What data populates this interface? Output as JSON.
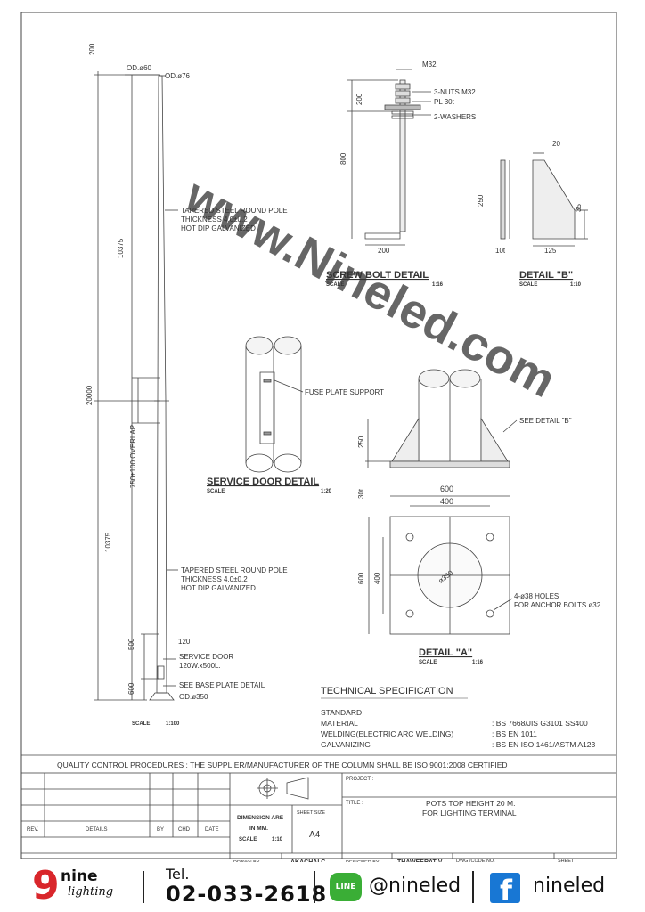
{
  "pole": {
    "top_dims": [
      "OD.ø60",
      "OD.ø76"
    ],
    "dims": [
      "200",
      "10375",
      "20000",
      "750±100 OVERLAP",
      "10375",
      "500",
      "600",
      "120"
    ],
    "note_upper": [
      "TAPERED STEEL ROUND POLE",
      "THICKNESS 4.0±0.2",
      "HOT DIP GALVANIZED"
    ],
    "note_lower": [
      "TAPERED STEEL ROUND POLE",
      "THICKNESS 4.0±0.2",
      "HOT DIP GALVANIZED"
    ],
    "service_door": [
      "SERVICE DOOR",
      "120W.x500L."
    ],
    "base_plate_note": "SEE BASE PLATE DETAIL",
    "base_od": "OD.ø350",
    "scale_label": "SCALE",
    "scale_value": "1:100"
  },
  "screw_bolt": {
    "title": "SCREW BOLT DETAIL",
    "scale_label": "SCALE",
    "scale_value": "1:16",
    "labels": [
      "M32",
      "3-NUTS M32",
      "PL 30t",
      "2-WASHERS"
    ],
    "dims": [
      "200",
      "800",
      "200"
    ]
  },
  "detail_b": {
    "title": "DETAIL \"B\"",
    "scale_label": "SCALE",
    "scale_value": "1:10",
    "dims": [
      "20",
      "250",
      "35",
      "10t",
      "125"
    ]
  },
  "service_door_detail": {
    "title": "SERVICE DOOR DETAIL",
    "scale_label": "SCALE",
    "scale_value": "1:20",
    "label": "FUSE PLATE SUPPORT"
  },
  "detail_a": {
    "title": "DETAIL \"A\"",
    "scale_label": "SCALE",
    "scale_value": "1:16",
    "see_detail": "SEE DETAIL \"B\"",
    "dims": [
      "250",
      "30t",
      "600",
      "400",
      "600",
      "400",
      "ø350"
    ],
    "holes": [
      "4-ø38 HOLES",
      "FOR ANCHOR BOLTS ø32"
    ]
  },
  "watermark": "www.Nineled.com",
  "tech_spec": {
    "title": "TECHNICAL SPECIFICATION",
    "rows": [
      {
        "label": "STANDARD",
        "value": ""
      },
      {
        "label": "MATERIAL",
        "value": ": BS 7668/JIS G3101 SS400"
      },
      {
        "label": "WELDING(ELECTRIC ARC WELDING)",
        "value": ": BS EN 1011"
      },
      {
        "label": "GALVANIZING",
        "value": ": BS EN ISO 1461/ASTM A123"
      }
    ]
  },
  "quality": "QUALITY CONTROL PROCEDURES :   THE SUPPLIER/MANUFACTURER OF THE COLUMN SHALL BE ISO 9001:2008 CERTIFIED",
  "title_block": {
    "rev_headers": [
      "REV.",
      "DETAILS",
      "BY",
      "CHD",
      "DATE"
    ],
    "dimension": [
      "DIMENSION ARE",
      "IN MM."
    ],
    "scale_label": "SCALE",
    "scale_value": "1:10",
    "sheet_size_label": "SHEET SIZE",
    "sheet_size": "A4",
    "project_label": "PROJECT :",
    "title_label": "TITLE :",
    "title_lines": [
      "POTS TOP HEIGHT 20 M.",
      "FOR LIGHTING TERMINAL"
    ],
    "drawn_by_label": "DRAWN BY",
    "drawn_by": "AKACHAI C.",
    "designed_by_label": "DESIGNED BY",
    "designed_by": "THAWEERAT V.",
    "dwg_label": "DWG./CODE NO.",
    "sheet_label": "SHEET"
  },
  "footer": {
    "brand_top": "nine",
    "brand_bottom": "lighting",
    "tel_label": "Tel.",
    "tel": "02-033-2618",
    "line_label": "LINE",
    "line_id": "@nineled",
    "facebook": "nineled"
  }
}
